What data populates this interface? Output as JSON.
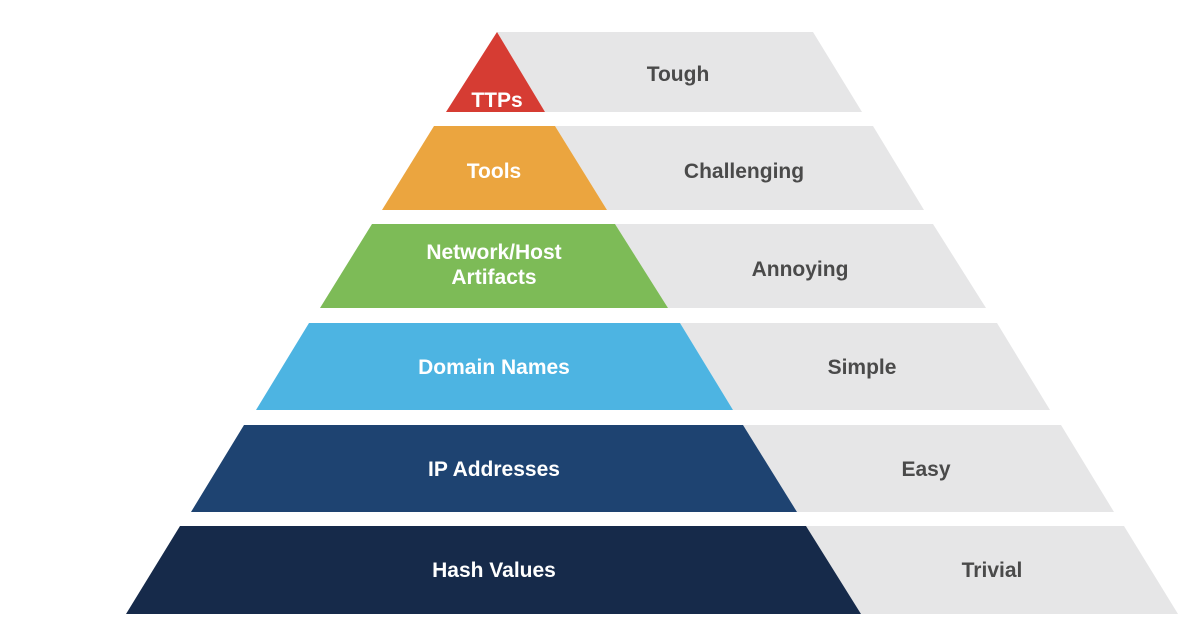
{
  "pyramid": {
    "levels": [
      {
        "name": "TTPs",
        "name_lines": [
          "TTPs"
        ],
        "difficulty": "Tough",
        "color": "#d63c33"
      },
      {
        "name": "Tools",
        "name_lines": [
          "Tools"
        ],
        "difficulty": "Challenging",
        "color": "#eba53f"
      },
      {
        "name": "Network/Host Artifacts",
        "name_lines": [
          "Network/Host",
          "Artifacts"
        ],
        "difficulty": "Annoying",
        "color": "#7dbb57"
      },
      {
        "name": "Domain Names",
        "name_lines": [
          "Domain Names"
        ],
        "difficulty": "Simple",
        "color": "#4db4e2"
      },
      {
        "name": "IP Addresses",
        "name_lines": [
          "IP Addresses"
        ],
        "difficulty": "Easy",
        "color": "#1e4371"
      },
      {
        "name": "Hash Values",
        "name_lines": [
          "Hash Values"
        ],
        "difficulty": "Trivial",
        "color": "#162a4a"
      }
    ],
    "difficulty_band_color": "#e6e6e7"
  }
}
